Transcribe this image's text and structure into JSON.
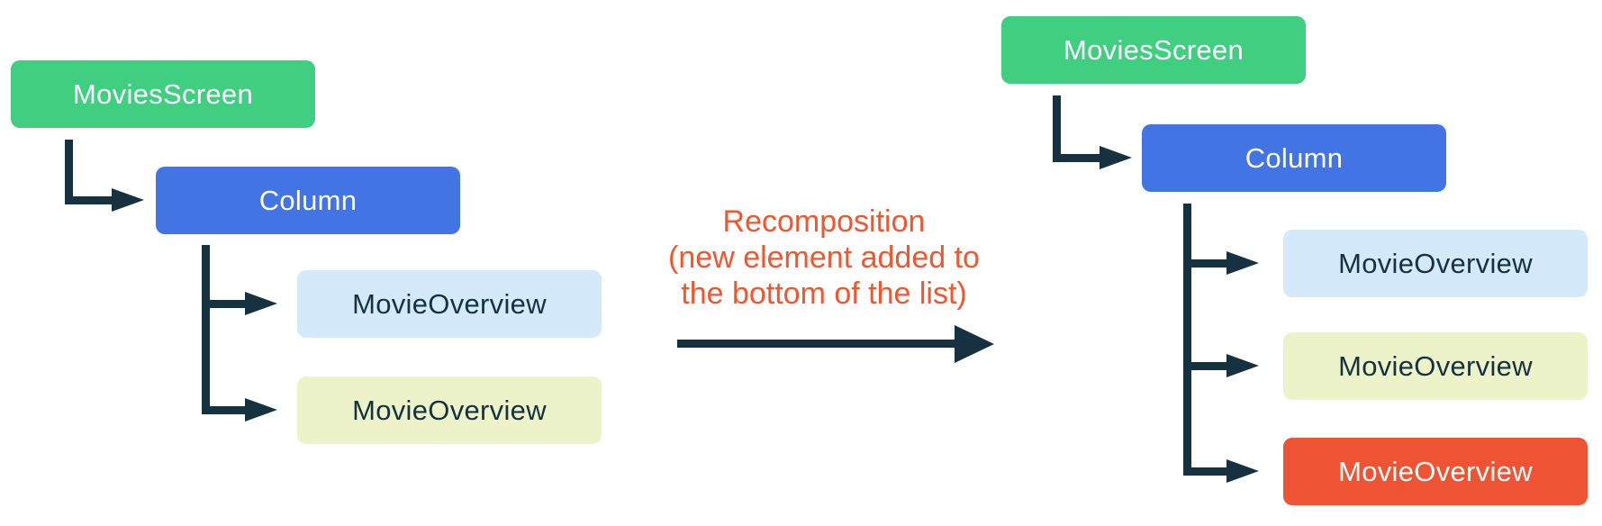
{
  "diagram": {
    "caption": {
      "line1": "Recomposition",
      "line2": "(new element added to",
      "line3": "the bottom of the list)",
      "color": "#F1562D"
    },
    "colors": {
      "green": "#40CE80",
      "blue": "#4374E4",
      "light_blue": "#D4EAFB",
      "light_yellow": "#EDF3C9",
      "orange": "#EE5433",
      "connector": "#16313F",
      "dark_text": "#16313F",
      "white_text": "#FFFFFF"
    },
    "left_tree": {
      "root": {
        "label": "MoviesScreen",
        "bg": "#40CE80",
        "fg": "#FFFFFF"
      },
      "column": {
        "label": "Column",
        "bg": "#4374E4",
        "fg": "#FFFFFF"
      },
      "children": [
        {
          "label": "MovieOverview",
          "bg": "#D4EAFB",
          "fg": "#16313F"
        },
        {
          "label": "MovieOverview",
          "bg": "#EDF3C9",
          "fg": "#16313F"
        }
      ]
    },
    "right_tree": {
      "root": {
        "label": "MoviesScreen",
        "bg": "#40CE80",
        "fg": "#FFFFFF"
      },
      "column": {
        "label": "Column",
        "bg": "#4374E4",
        "fg": "#FFFFFF"
      },
      "children": [
        {
          "label": "MovieOverview",
          "bg": "#D4EAFB",
          "fg": "#16313F"
        },
        {
          "label": "MovieOverview",
          "bg": "#EDF3C9",
          "fg": "#16313F"
        },
        {
          "label": "MovieOverview",
          "bg": "#EE5433",
          "fg": "#FFFFFF",
          "highlighted": true
        }
      ]
    }
  }
}
